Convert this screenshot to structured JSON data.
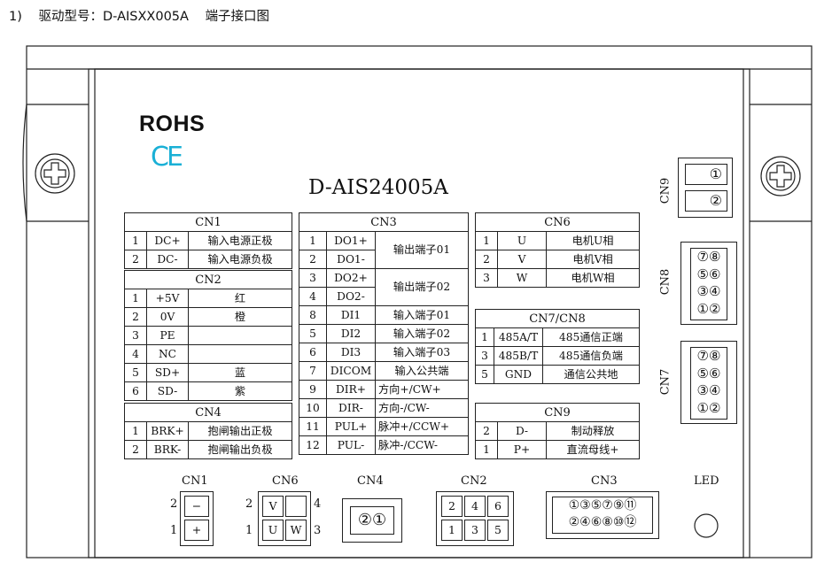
{
  "caption": {
    "index": "1)",
    "model_label": "驱动型号：D-AISXX005A",
    "suffix": "端子接口图"
  },
  "brand": {
    "rohs": "ROHS",
    "ce": "CE",
    "model": "D-AIS24005A"
  },
  "cn1": {
    "title": "CN1",
    "rows": [
      [
        "1",
        "DC+",
        "输入电源正极"
      ],
      [
        "2",
        "DC-",
        "输入电源负极"
      ]
    ]
  },
  "cn2": {
    "title": "CN2",
    "rows": [
      [
        "1",
        "+5V",
        "红"
      ],
      [
        "2",
        "0V",
        "橙"
      ],
      [
        "3",
        "PE",
        ""
      ],
      [
        "4",
        "NC",
        ""
      ],
      [
        "5",
        "SD+",
        "蓝"
      ],
      [
        "6",
        "SD-",
        "紫"
      ]
    ]
  },
  "cn4": {
    "title": "CN4",
    "rows": [
      [
        "1",
        "BRK+",
        "抱闸输出正极"
      ],
      [
        "2",
        "BRK-",
        "抱闸输出负极"
      ]
    ]
  },
  "cn3": {
    "title": "CN3",
    "rows": [
      [
        "1",
        "DO1+"
      ],
      [
        "2",
        "DO1-"
      ],
      [
        "3",
        "DO2+"
      ],
      [
        "4",
        "DO2-"
      ],
      [
        "8",
        "DI1"
      ],
      [
        "5",
        "DI2"
      ],
      [
        "6",
        "DI3"
      ],
      [
        "7",
        "DICOM"
      ],
      [
        "9",
        "DIR+"
      ],
      [
        "10",
        "DIR-"
      ],
      [
        "11",
        "PUL+"
      ],
      [
        "12",
        "PUL-"
      ]
    ],
    "desc": [
      "输出端子01",
      "输出端子02",
      "输入端子01",
      "输入端子02",
      "输入端子03",
      "输入公共端",
      "方向+/CW+",
      "方向-/CW-",
      "脉冲+/CCW+",
      "脉冲-/CCW-"
    ]
  },
  "cn6": {
    "title": "CN6",
    "rows": [
      [
        "1",
        "U",
        "电机U相"
      ],
      [
        "2",
        "V",
        "电机V相"
      ],
      [
        "3",
        "W",
        "电机W相"
      ]
    ]
  },
  "cn78": {
    "title": "CN7/CN8",
    "rows": [
      [
        "1",
        "485A/T",
        "485通信正端"
      ],
      [
        "3",
        "485B/T",
        "485通信负端"
      ],
      [
        "5",
        "GND",
        "通信公共地"
      ]
    ]
  },
  "cn9": {
    "title": "CN9",
    "rows": [
      [
        "2",
        "D-",
        "制动释放"
      ],
      [
        "1",
        "P+",
        "直流母线+"
      ]
    ]
  },
  "side": {
    "cn9": "CN9",
    "cn8": "CN8",
    "cn7": "CN7",
    "cn9_p1": "①",
    "cn9_p2": "②",
    "pins": [
      "⑦⑧",
      "⑤⑥",
      "③④",
      "①②"
    ]
  },
  "bottom": {
    "cn1": {
      "label": "CN1",
      "top_num": "2",
      "bot_num": "1",
      "top": "−",
      "bot": "+"
    },
    "cn6": {
      "label": "CN6",
      "l_top": "2",
      "l_bot": "1",
      "r_top": "4",
      "r_bot": "3",
      "c1_top": "V",
      "c1_bot": "U",
      "c2_bot": "W"
    },
    "cn4": {
      "label": "CN4",
      "pins": "②①"
    },
    "cn2": {
      "label": "CN2",
      "top": [
        "2",
        "4",
        "6"
      ],
      "bot": [
        "1",
        "3",
        "5"
      ]
    },
    "cn3": {
      "label": "CN3",
      "top": "①③⑤⑦⑨⑪",
      "bot": "②④⑥⑧⑩⑫"
    },
    "led": {
      "label": "LED"
    }
  }
}
